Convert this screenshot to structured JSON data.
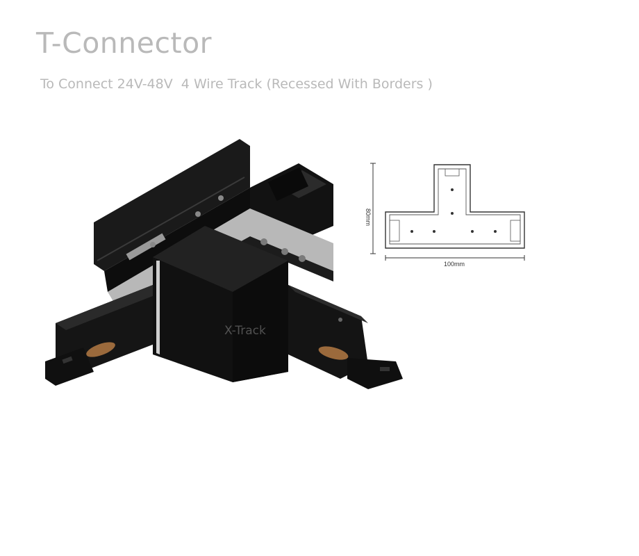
{
  "title": "T-Connector",
  "subtitle": "To Connect 24V-48V  4 Wire Track (Recessed With Borders )",
  "product_image": {
    "watermark": "X-Track",
    "colors": {
      "body": "#141414",
      "edge": "#2a2a2a",
      "aluminium": "#c9c9c9",
      "copper": "#9b6a3c"
    }
  },
  "technical_drawing": {
    "height_label": "80mm",
    "width_label": "100mm"
  }
}
